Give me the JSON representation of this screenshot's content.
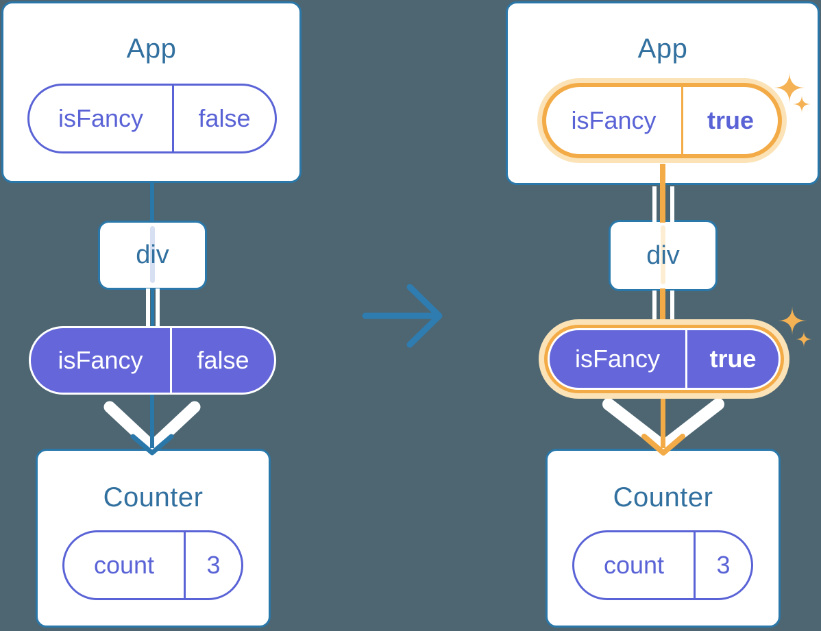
{
  "colors": {
    "background": "#4d6672",
    "card-border": "#2a78aa",
    "title-text": "#31709f",
    "purple": "#5a63d6",
    "purple-fill": "#6466da",
    "orange": "#f3ab47",
    "orange-pale": "#fbe3b7",
    "sparkle": "#f4b254"
  },
  "icons": {
    "transition": "arrow-right-icon",
    "flow": "chevron-down-arrow-icon",
    "highlight": "sparkle-icon"
  },
  "left_tree": {
    "app_card": {
      "title": "App",
      "prop_pill": {
        "name": "isFancy",
        "value": "false"
      }
    },
    "div_node": {
      "label": "div"
    },
    "passed_prop_pill": {
      "name": "isFancy",
      "value": "false"
    },
    "counter_card": {
      "title": "Counter",
      "state_pill": {
        "name": "count",
        "value": "3"
      }
    }
  },
  "right_tree": {
    "app_card": {
      "title": "App",
      "prop_pill": {
        "name": "isFancy",
        "value": "true"
      }
    },
    "div_node": {
      "label": "div"
    },
    "passed_prop_pill": {
      "name": "isFancy",
      "value": "true"
    },
    "counter_card": {
      "title": "Counter",
      "state_pill": {
        "name": "count",
        "value": "3"
      }
    }
  }
}
